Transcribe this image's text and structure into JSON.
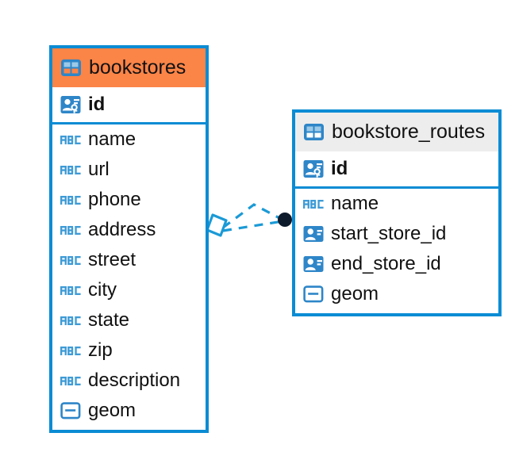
{
  "diagram": {
    "type": "entity-relationship-diagram",
    "background": "#ffffff",
    "accent_color": "#0B8CD4",
    "highlight_color": "#FB8447",
    "neutral_header_color": "#EDEDED",
    "text_color": "#111111",
    "connector_color": "#1B9AD6",
    "connector_endpoint_color": "#0D1A2B"
  },
  "tables": [
    {
      "id": "bookstores",
      "name": "bookstores",
      "header_style": "accent",
      "table_icon": "table-grid-icon",
      "primary_key": {
        "name": "id",
        "icon": "primary-key-icon"
      },
      "columns": [
        {
          "name": "name",
          "icon": "abc-text-icon"
        },
        {
          "name": "url",
          "icon": "abc-text-icon"
        },
        {
          "name": "phone",
          "icon": "abc-text-icon"
        },
        {
          "name": "address",
          "icon": "abc-text-icon"
        },
        {
          "name": "street",
          "icon": "abc-text-icon"
        },
        {
          "name": "city",
          "icon": "abc-text-icon"
        },
        {
          "name": "state",
          "icon": "abc-text-icon"
        },
        {
          "name": "zip",
          "icon": "abc-text-icon"
        },
        {
          "name": "description",
          "icon": "abc-text-icon"
        },
        {
          "name": "geom",
          "icon": "geometry-icon"
        }
      ]
    },
    {
      "id": "bookstore_routes",
      "name": "bookstore_routes",
      "header_style": "neutral",
      "table_icon": "table-grid-icon",
      "primary_key": {
        "name": "id",
        "icon": "primary-key-icon"
      },
      "columns": [
        {
          "name": "name",
          "icon": "abc-text-icon"
        },
        {
          "name": "start_store_id",
          "icon": "foreign-key-icon"
        },
        {
          "name": "end_store_id",
          "icon": "foreign-key-icon"
        },
        {
          "name": "geom",
          "icon": "geometry-icon"
        }
      ]
    }
  ],
  "relationships": [
    {
      "id": "bookstores-to-start-store",
      "from_table": "bookstores",
      "to_table": "bookstore_routes",
      "from_marker": "diamond-marker",
      "to_marker": "dot-marker",
      "line_style": "dashed"
    },
    {
      "id": "bookstores-to-end-store",
      "from_table": "bookstores",
      "to_table": "bookstore_routes",
      "from_marker": "diamond-marker",
      "to_marker": "dot-marker",
      "line_style": "dashed"
    }
  ]
}
